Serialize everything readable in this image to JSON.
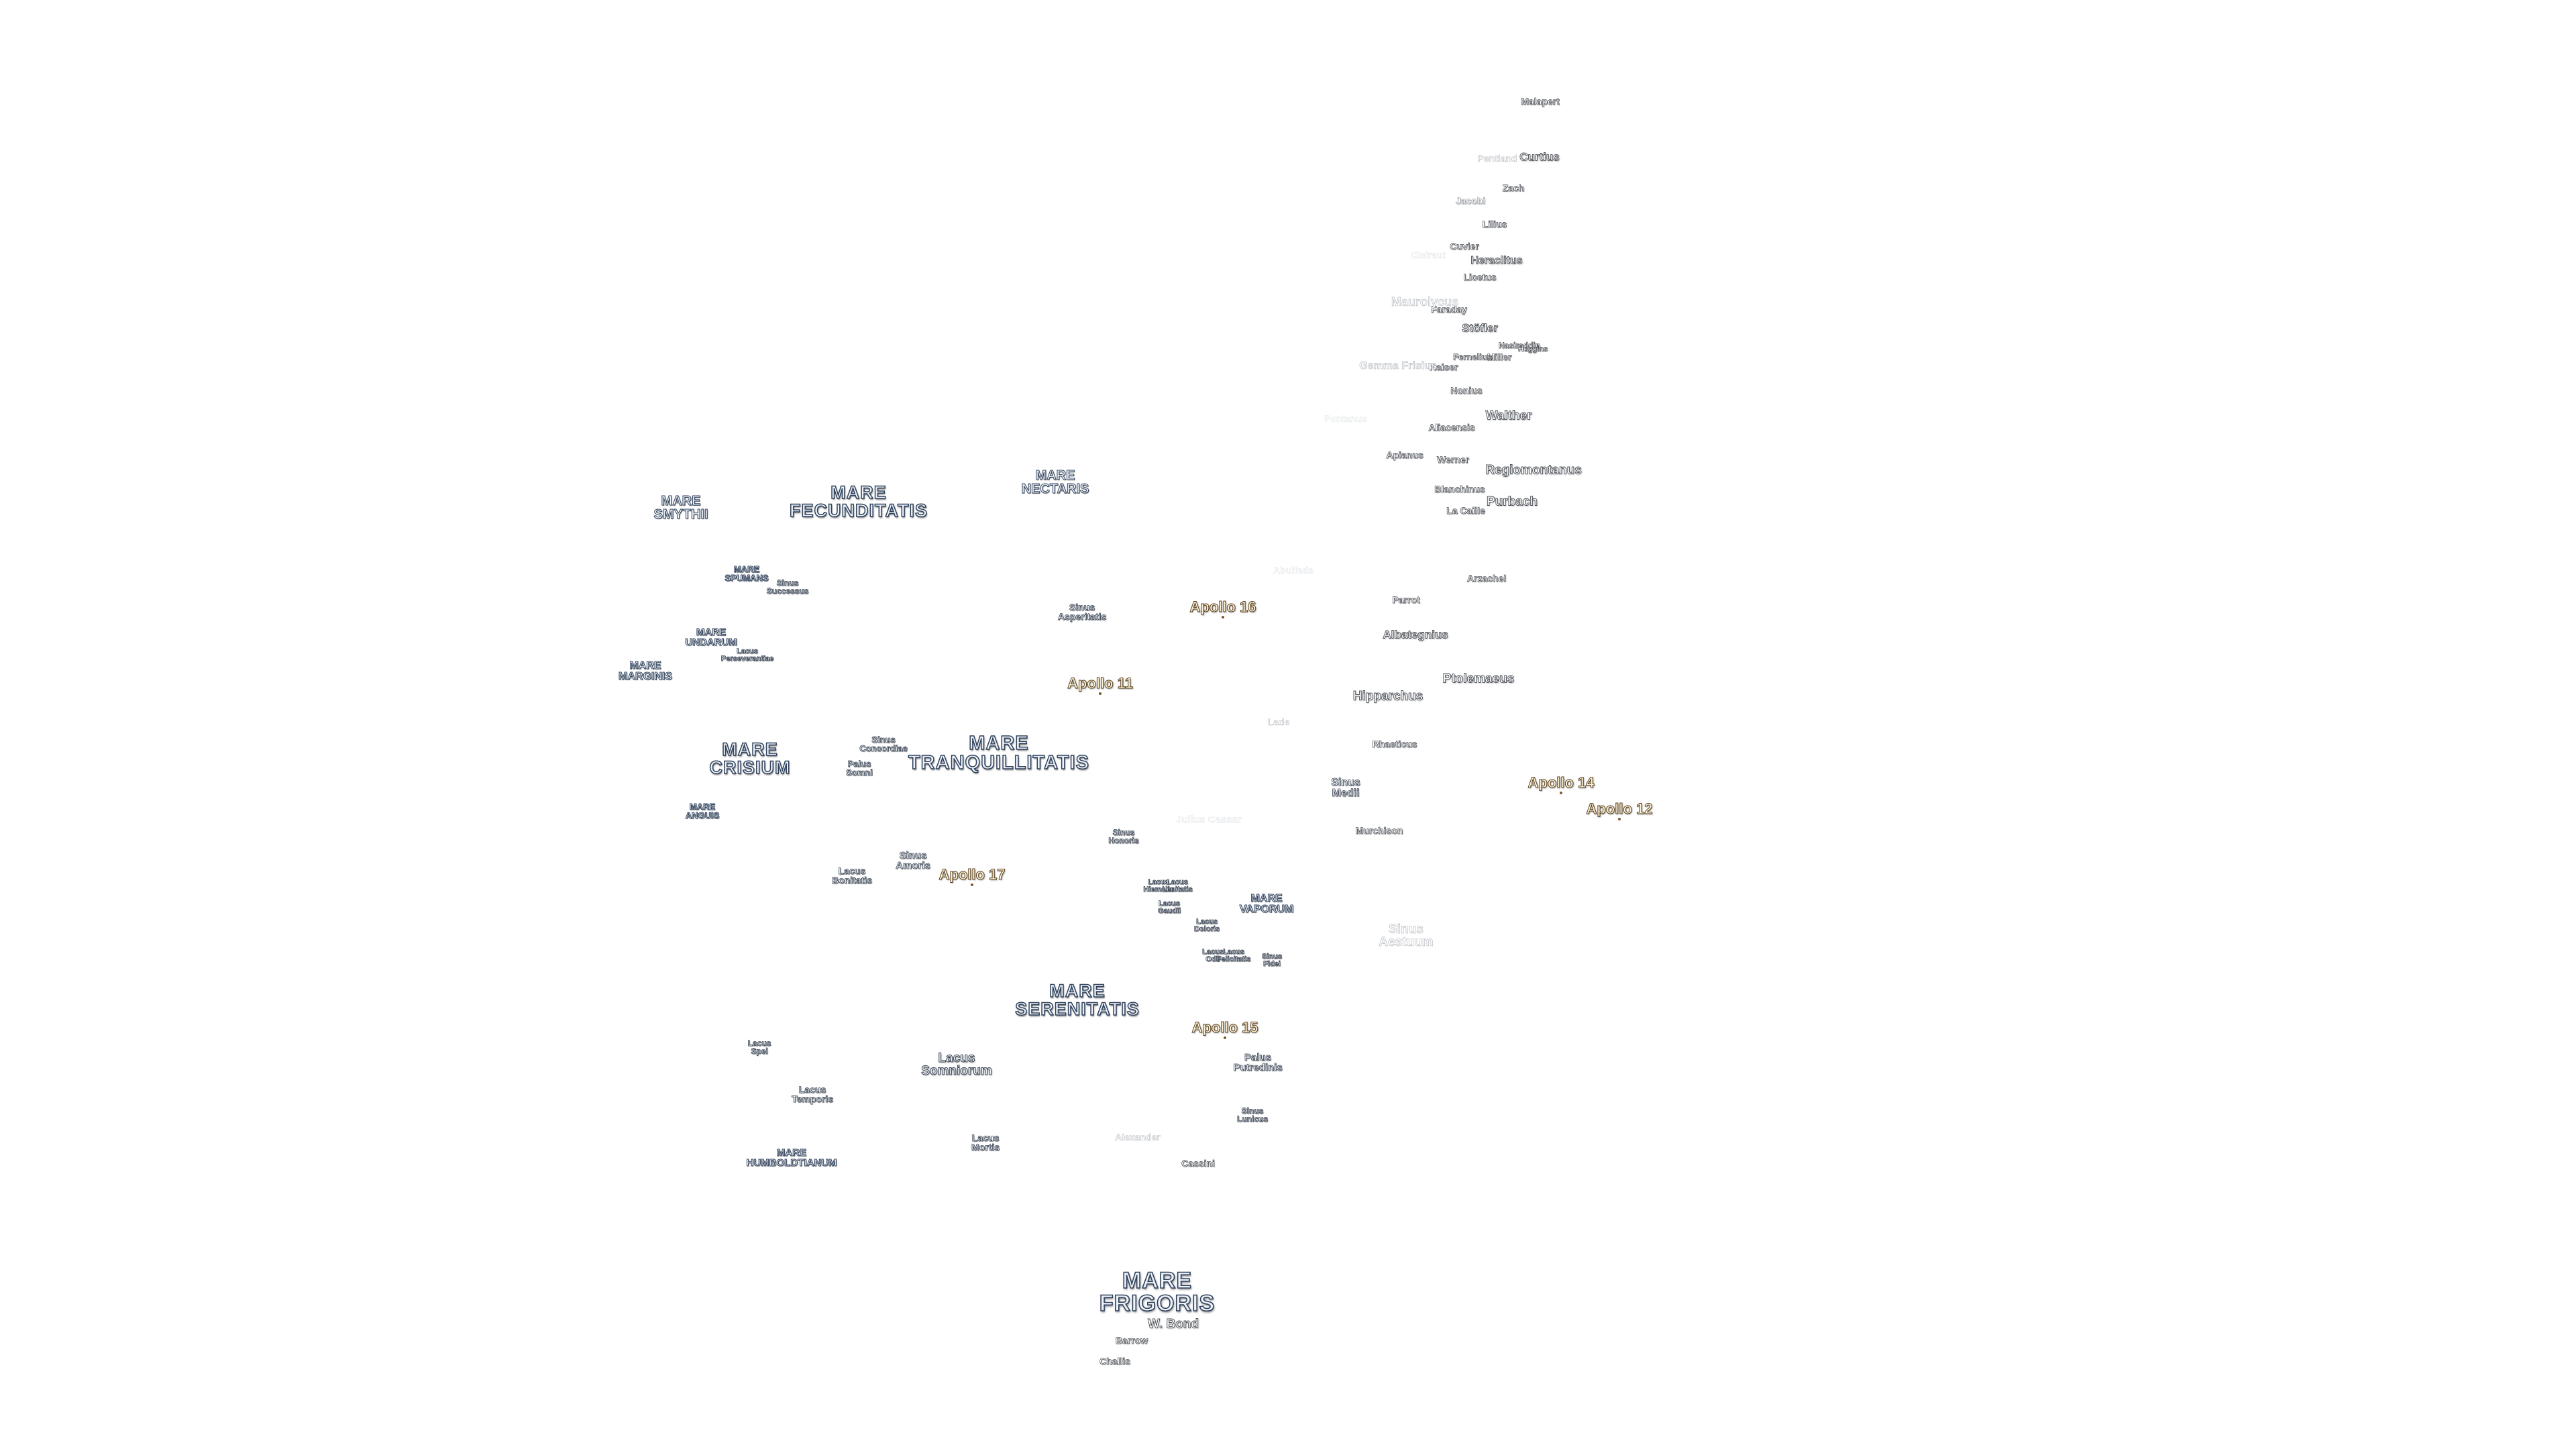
{
  "labels": {
    "mare_smythii": "MARE\nSMYTHII",
    "mare_fecunditatis": "MARE\nFECUNDITATIS",
    "mare_nectaris": "MARE\nNECTARIS",
    "mare_spumans": "MARE\nSPUMANS",
    "sinus_successus": "Sinus\nSuccessus",
    "mare_undarum": "MARE\nUNDARUM",
    "lacus_perseverantiae": "Lacus\nPerseverantiae",
    "mare_marginis": "MARE\nMARGINIS",
    "mare_crisium": "MARE\nCRISIUM",
    "sinus_concordiae": "Sinus\nConcordiae",
    "palus_somni": "Palus\nSomni",
    "mare_tranquillitatis": "MARE\nTRANQUILLITATIS",
    "mare_anguis": "MARE\nANGUIS",
    "sinus_asperitatis": "Sinus\nAsperitatis",
    "apollo_16": "Apollo 16",
    "apollo_11": "Apollo 11",
    "lacus_bonitatis": "Lacus\nBonitatis",
    "sinus_amoris": "Sinus\nAmoris",
    "apollo_17": "Apollo 17",
    "sinus_honoris": "Sinus\nHonoris",
    "lacus_hiemalis": "Lacus\nHiemalis",
    "lacus_lenitatis": "Lacus\nLenitatis",
    "lacus_gaudii": "Lacus\nGaudii",
    "lacus_doloris": "Lacus\nDoloris",
    "mare_vaporum": "MARE\nVAPORUM",
    "lacus_odii": "Lacus\nOdii",
    "lacus_felicitatis": "Lacus\nFelicitatis",
    "sinus_fidei": "Sinus\nFidei",
    "mare_serenitatis": "MARE\nSERENITATIS",
    "apollo_15": "Apollo 15",
    "lacus_spei": "Lacus\nSpei",
    "lacus_somniorum": "Lacus\nSomniorum",
    "palus_putredinis": "Palus\nPutredinis",
    "lacus_temporis": "Lacus\nTemporis",
    "sinus_lunicus": "Sinus\nLunicus",
    "mare_humboldtianum": "MARE\nHUMBOLDTIANUM",
    "lacus_mortis": "Lacus\nMortis",
    "alexander": "Alexander",
    "cassini": "Cassini",
    "mare_frigoris": "MARE\nFRIGORIS",
    "w_bond": "W. Bond",
    "barrow": "Barrow",
    "challis": "Challis",
    "malapert": "Malapert",
    "curtius": "Curtius",
    "zach": "Zach",
    "jacobi": "Jacobi",
    "lilius": "Lilius",
    "cuvier": "Cuvier",
    "heraclitus": "Heraclitus",
    "licetus": "Licetus",
    "faraday": "Faraday",
    "stofler": "Stöfler",
    "nasireddin": "Nasireddin",
    "miller": "Miller",
    "huggins": "Huggins",
    "fernelius": "Fernelius",
    "kaiser": "Kaiser",
    "nonius": "Nonius",
    "walther": "Walther",
    "aliacensis": "Aliacensis",
    "apianus": "Apianus",
    "werner": "Werner",
    "regiomontanus": "Regiomontanus",
    "blanchinus": "Blanchinus",
    "purbach": "Purbach",
    "la_caille": "La Caille",
    "arzachel": "Arzachel",
    "parrot": "Parrot",
    "albategnius": "Albategnius",
    "ptolemaeus": "Ptolemaeus",
    "hipparchus": "Hipparchus",
    "lade": "Lade",
    "rhaeticus": "Rhaeticus",
    "sinus_medii": "Sinus\nMedii",
    "apollo_14": "Apollo 14",
    "apollo_12": "Apollo 12",
    "murchison": "Murchison",
    "sinus_aestuum": "Sinus\nAestuum",
    "julius_caesar": "Julius Caesar",
    "abulfeda": "Abulfeda",
    "pentland": "Pentland",
    "clairaut": "Clairaut",
    "maurolycus": "Maurolycus",
    "gemma_frisius": "Gemma Frisius",
    "pontanus": "Pontanus"
  }
}
